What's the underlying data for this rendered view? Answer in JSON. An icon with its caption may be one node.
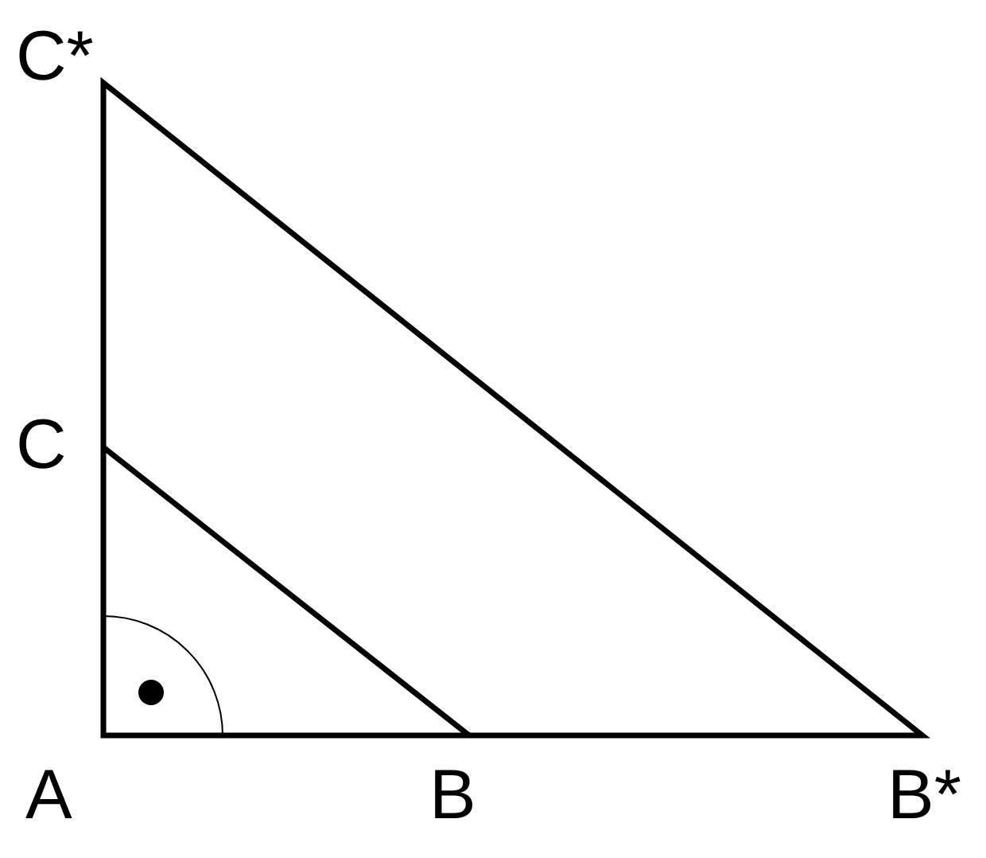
{
  "diagram": {
    "labels": [
      "C*",
      "C",
      "A",
      "B",
      "B*"
    ]
  }
}
